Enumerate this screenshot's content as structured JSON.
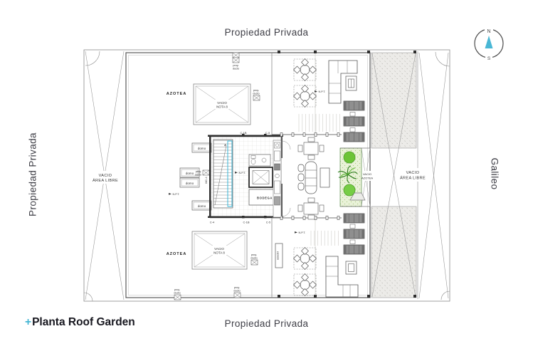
{
  "sheet": {
    "boundary_top": "Propiedad Privada",
    "boundary_bottom": "Propiedad Privada",
    "boundary_left": "Propiedad Privada",
    "street_right": "Galileo",
    "title_prefix": "+",
    "title": "Planta Roof Garden",
    "accent_color": "#45B6D4"
  },
  "compass": {
    "north": "N",
    "south": "S"
  },
  "plan": {
    "labels": {
      "azotea": "AZOTEA",
      "vacio": "VACIO",
      "nota8": "NOTA 8",
      "area_libre": "ÁREA LIBRE",
      "domo": "domo",
      "proy": "proy.",
      "ducto": "ducto",
      "bodega": "BODEGA",
      "asador": "asador",
      "npt": "N.P.T.",
      "mc4": "MC-4"
    },
    "grid_top": [
      "C-1B",
      "C-5"
    ],
    "grid_bottom": [
      "C-4",
      "C-1B",
      "C-5"
    ],
    "colors": {
      "stair_rail": "#3AB7D8",
      "bush_green": "#6CC437",
      "palm_green": "#2E7D1E",
      "planter_bg": "#E9F2D8"
    }
  }
}
